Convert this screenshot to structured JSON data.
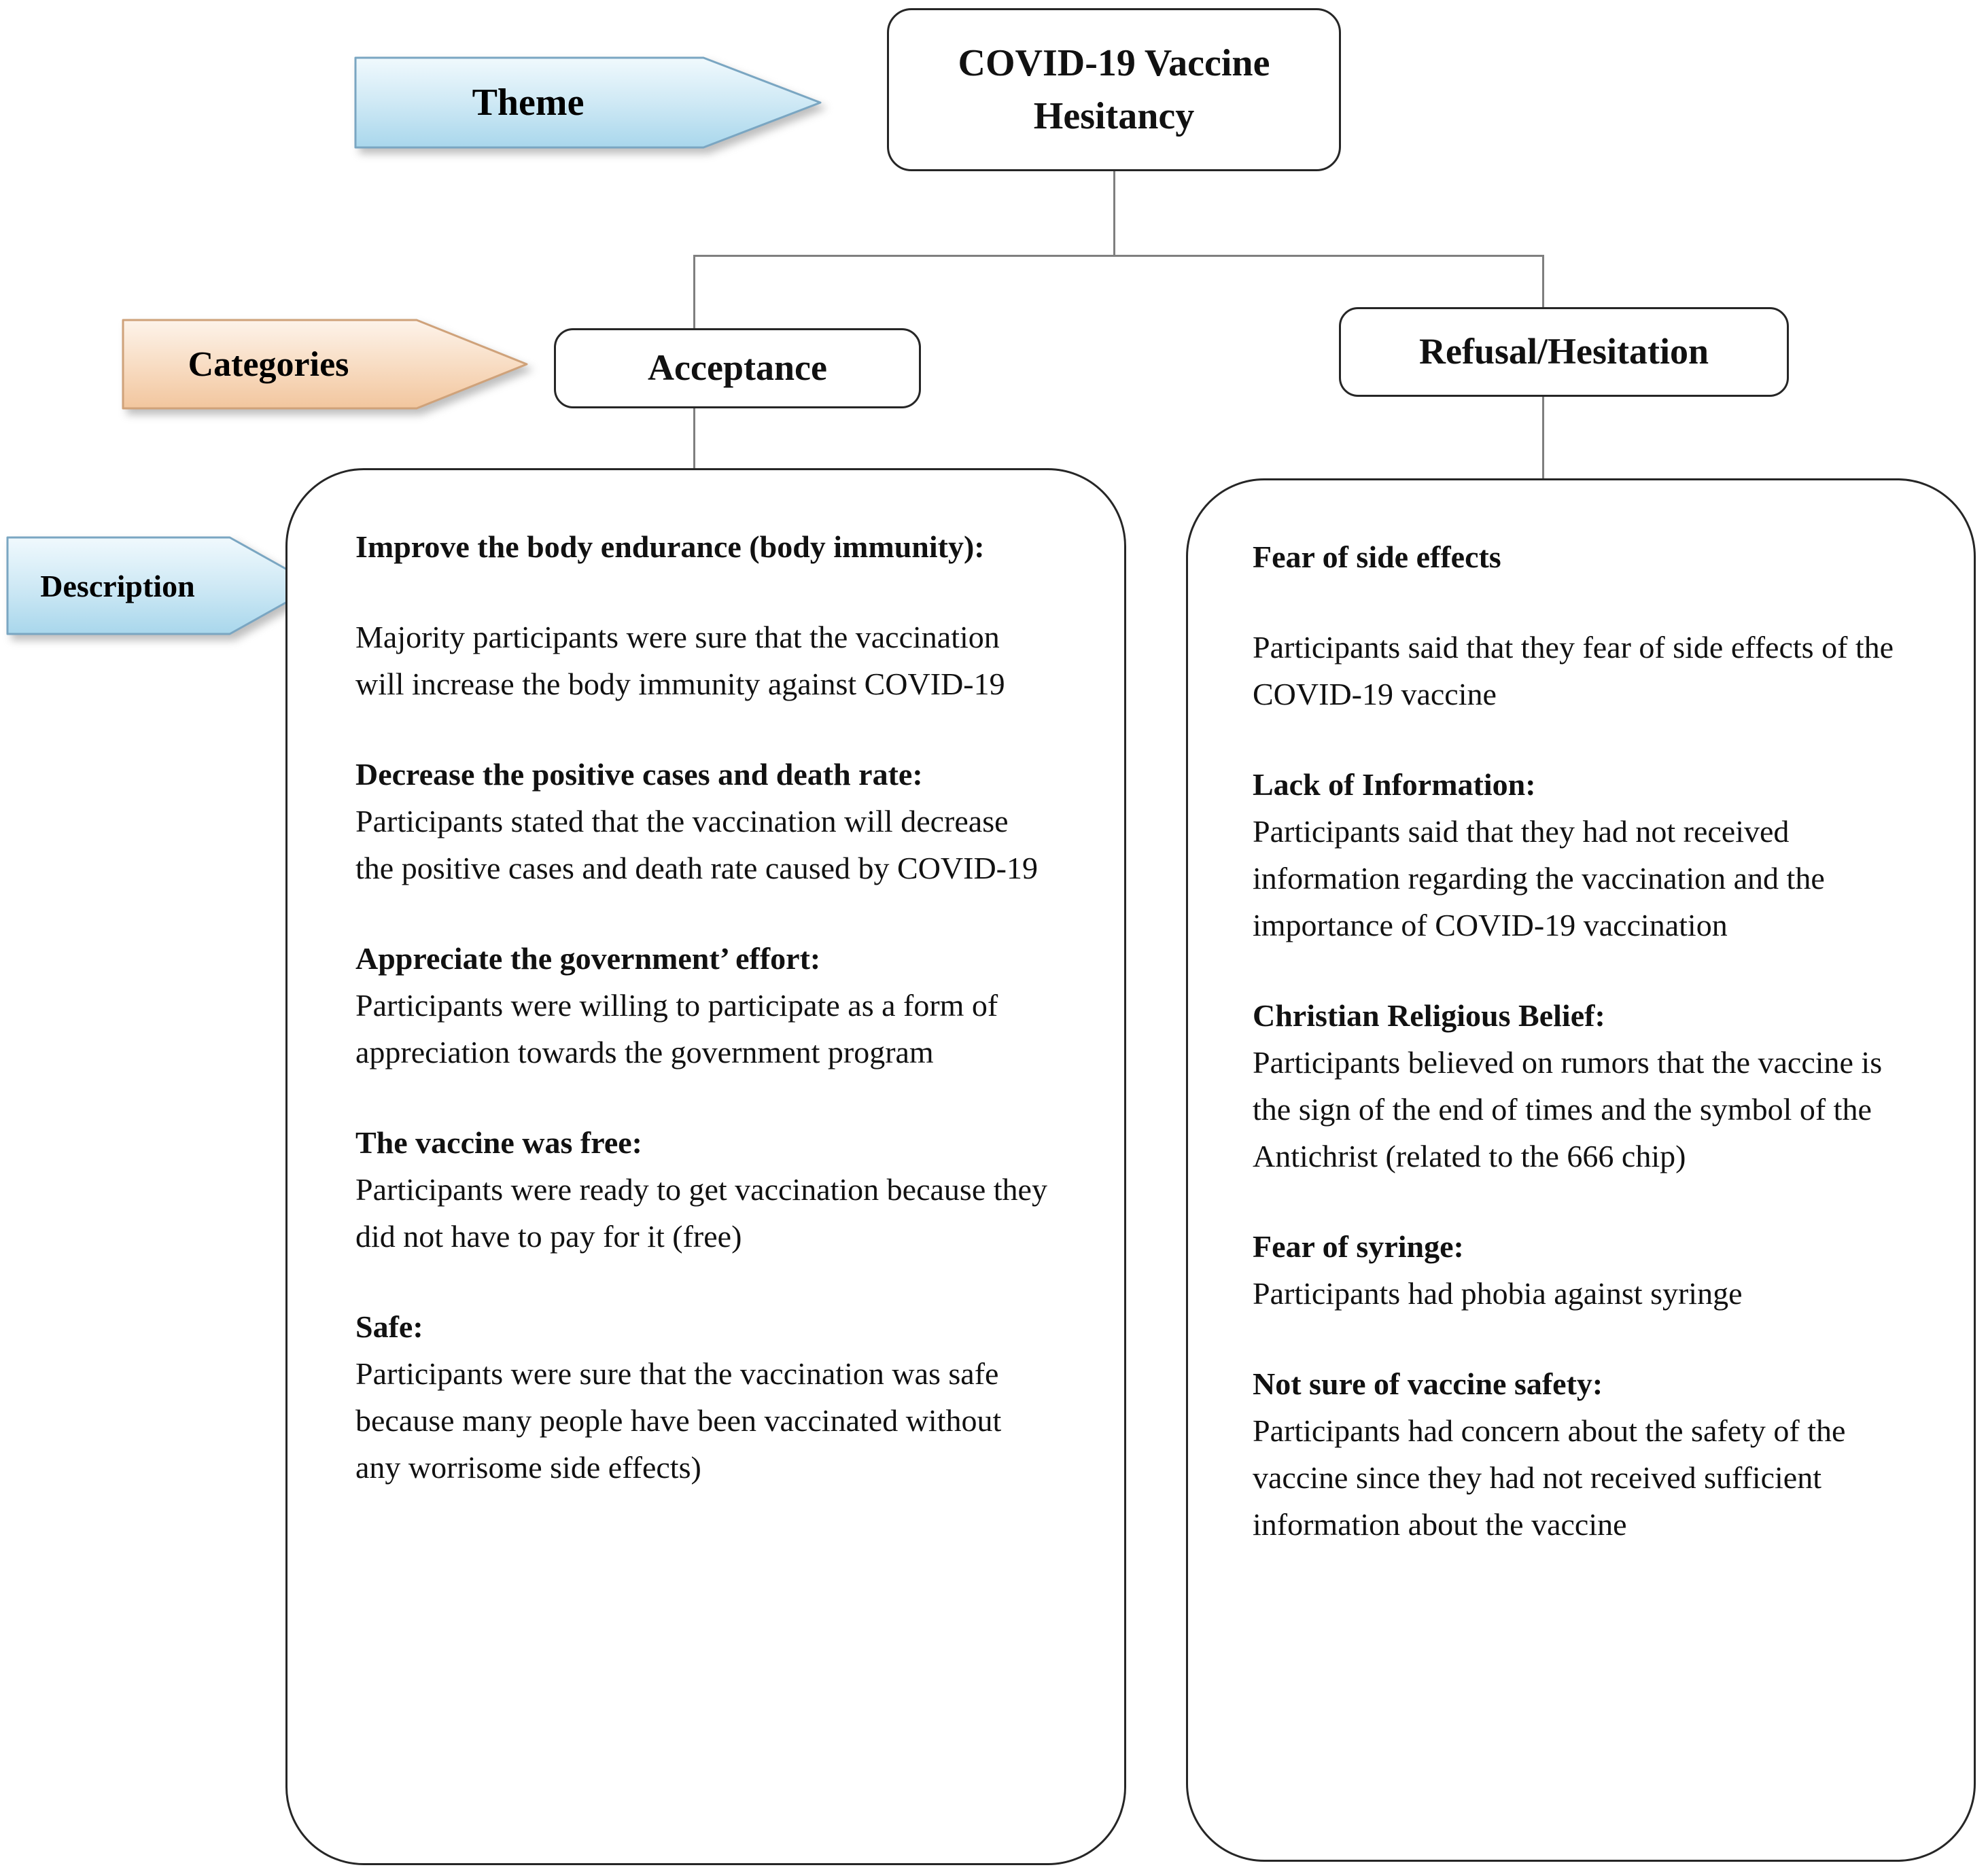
{
  "labels": {
    "theme": "Theme",
    "categories": "Categories",
    "description": "Description"
  },
  "theme_box": {
    "title": "COVID-19 Vaccine Hesitancy"
  },
  "category_boxes": {
    "acceptance": "Acceptance",
    "refusal": "Refusal/Hesitation"
  },
  "acceptance_sections": [
    {
      "heading": "Improve the body endurance (body immunity):",
      "body": "Majority participants were sure that the vaccination will increase the body immunity against COVID-19"
    },
    {
      "heading": "Decrease the positive cases and death rate:",
      "body": "Participants stated that the vaccination will decrease the positive cases and death rate caused by COVID-19"
    },
    {
      "heading": "Appreciate the government’ effort:",
      "body": "Participants were willing to participate as a form of appreciation towards the government program"
    },
    {
      "heading": "The vaccine was free:",
      "body": "Participants were ready to get vaccination because they did not have to pay for it (free)"
    },
    {
      "heading": "Safe:",
      "body": "Participants were sure that the vaccination was safe because many people have been vaccinated without any worrisome side effects)"
    }
  ],
  "refusal_sections": [
    {
      "heading": "Fear of side effects",
      "body": "Participants said that they fear of side effects of the COVID-19 vaccine"
    },
    {
      "heading": "Lack of Information:",
      "body": "Participants said that they had not received information regarding the vaccination and the importance of COVID-19 vaccination"
    },
    {
      "heading": "Christian Religious Belief:",
      "body": "Participants believed on rumors that the vaccine is the sign of the end of times and the symbol of the Antichrist (related to the 666 chip)"
    },
    {
      "heading": "Fear of syringe:",
      "body": "Participants had phobia against syringe"
    },
    {
      "heading": "Not sure of vaccine safety:",
      "body": "Participants had concern about the safety of the vaccine since they had not received sufficient information about the vaccine"
    }
  ],
  "colors": {
    "blue_arrow_light": "#f0f9fd",
    "blue_arrow_dark": "#a9d7ec",
    "blue_arrow_border": "#7aa6c2",
    "orange_arrow_light": "#fdf3ea",
    "orange_arrow_dark": "#f2c69e",
    "orange_arrow_border": "#cfa27a",
    "connector_gray": "#7f7f7f",
    "box_border": "#262626"
  }
}
